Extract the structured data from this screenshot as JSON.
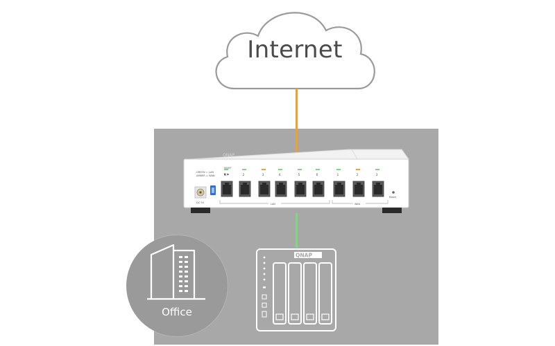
{
  "cloud": {
    "label": "Internet"
  },
  "office": {
    "label": "Office"
  },
  "switch": {
    "brand": "QNAP",
    "legend_line1": "GREEN = LAN",
    "legend_line2": "AMBER = WAN",
    "mgmt_label": "MGMT",
    "power_label": "DC 5V",
    "reset_label": "Reset",
    "lan_group_label": "LAN",
    "wan_group_label": "WAN",
    "lan_ports": [
      "1",
      "2",
      "3",
      "4",
      "5",
      "6"
    ],
    "wan_ports": [
      "1",
      "2",
      "3"
    ]
  },
  "nas": {
    "brand": "QNAP"
  },
  "colors": {
    "wan_link": "#f0a030",
    "lan_link": "#7ed87e",
    "panel": "#a8a8a8",
    "led_green": "#7ed87e",
    "led_amber": "#f0a030"
  }
}
